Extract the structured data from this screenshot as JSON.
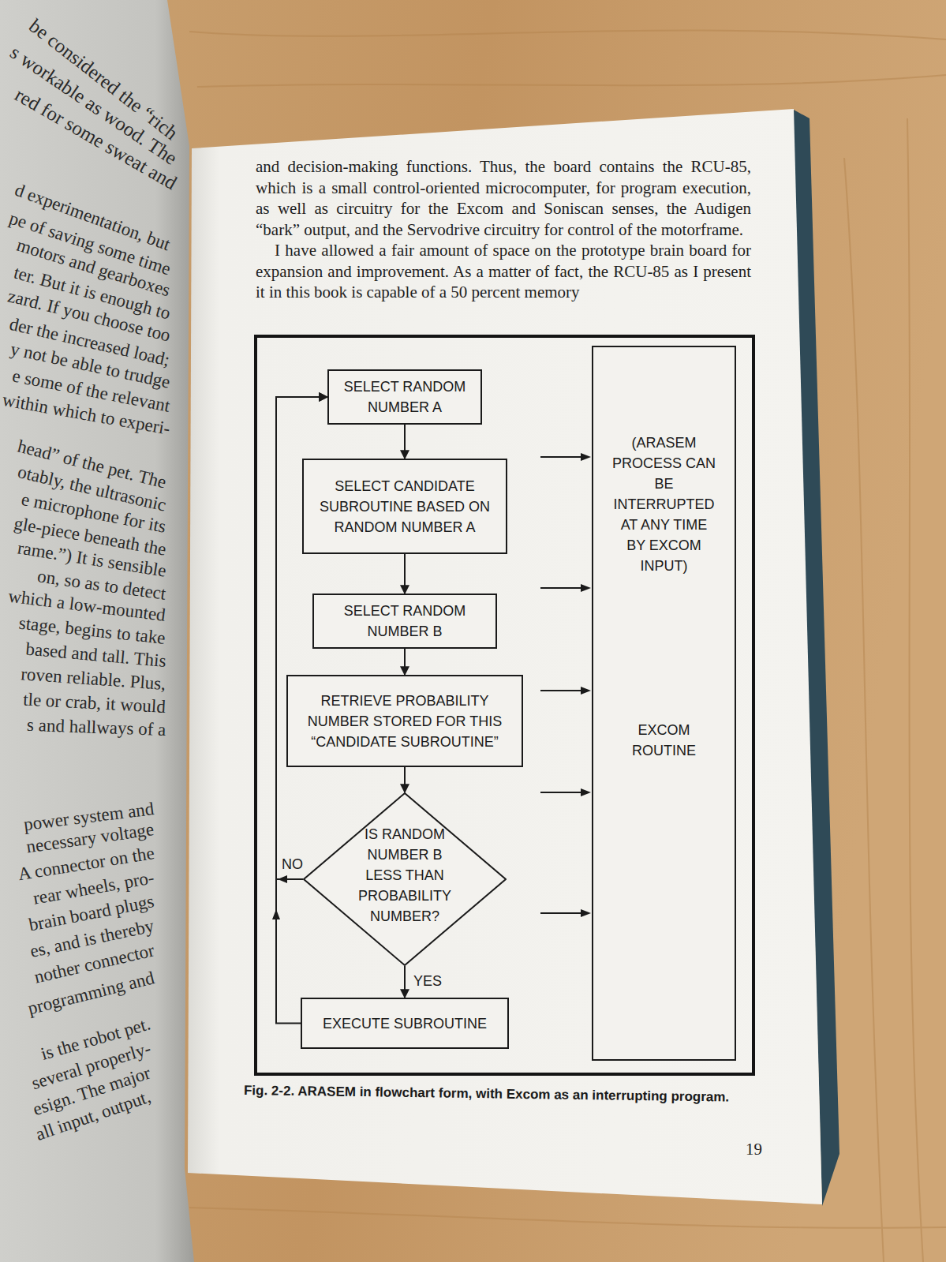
{
  "diagram": {
    "caption": "Fig. 2-2. ARASEM in flowchart form, with Excom as an interrupting program.",
    "nodes": [
      {
        "text": [
          "SELECT RANDOM NUMBER A"
        ]
      },
      {
        "text": [
          "SELECT CANDIDATE SUBROUTINE BASED ON RANDOM NUMBER A"
        ]
      },
      {
        "text": [
          "SELECT RANDOM NUMBER B"
        ]
      },
      {
        "text": [
          "RETRIEVE PROBABILITY NUMBER STORED FOR THIS “CANDIDATE SUBROUTINE”"
        ]
      },
      {
        "text": [
          "IS RANDOM NUMBER B LESS THAN PROBABILITY NUMBER?"
        ]
      },
      {
        "text": [
          "EXECUTE SUBROUTINE"
        ]
      },
      {
        "text": [
          "(ARASEM PROCESS CAN BE INTERRUPTED AT ANY TIME BY EXCOM INPUT)",
          "EXCOM ROUTINE"
        ]
      }
    ],
    "edges": [
      {
        "from": 0,
        "to": 1,
        "arrow": "to"
      },
      {
        "from": 1,
        "to": 2,
        "arrow": "to"
      },
      {
        "from": 2,
        "to": 3,
        "arrow": "to"
      },
      {
        "from": 3,
        "to": 4,
        "arrow": "to"
      },
      {
        "from": 4,
        "to": 5,
        "label": "YES",
        "arrow": "to"
      },
      {
        "from": 4,
        "to": 0,
        "label": "NO",
        "arrow": "to"
      },
      {
        "from": 5,
        "to": 0,
        "arrow": "to"
      }
    ],
    "labels": [
      "and decision-making functions. Thus, the board contains the RCU-85, which is a small control-oriented microcomputer, for program execution, as well as circuitry for the Excom and Soniscan senses, the Audigen “bark” output, and the Servodrive circuitry for control of the motorframe.",
      "I have allowed a fair amount of space on the prototype brain board for expansion and improvement. As a matter of fact, the RCU-85 as I present it in this book is capable of a 50 percent memory",
      "be considered the “rich",
      "s workable as wood. The",
      "red for some sweat and",
      "d experimentation, but",
      "pe of saving some time",
      "motors and gearboxes",
      "ter. But it is enough to",
      "zard. If you choose too",
      "der the increased load;",
      "y not be able to trudge",
      "e some of the relevant",
      "within which to experi-",
      "head” of the pet. The",
      "otably, the ultrasonic",
      "e microphone for its",
      "gle-piece beneath the",
      "rame.”) It is sensible",
      "on, so as to detect",
      "which a low-mounted",
      "stage, begins to take",
      "based and tall. This",
      "roven reliable. Plus,",
      "tle or crab, it would",
      "s and hallways of a",
      "power system and",
      "necessary voltage",
      "A connector on the",
      "rear wheels, pro-",
      "brain board plugs",
      "es, and is thereby",
      "nother connector",
      "programming and",
      "is the robot pet.",
      "several properly-",
      "esign. The major",
      "all input, output,",
      "19"
    ]
  }
}
